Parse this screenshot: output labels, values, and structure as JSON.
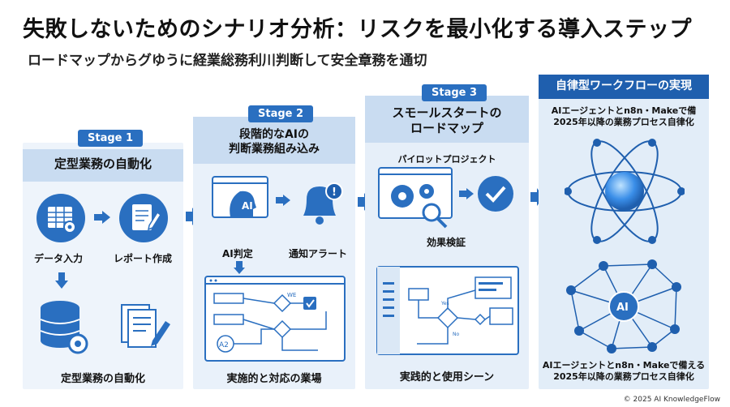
{
  "title": "失敗しないためのシナリオ分析：リスクを最小化する導入ステップ",
  "subtitle": "ロードマップからグゆうに経業総務利川判断して安全章務を通切",
  "stage1": {
    "pill": "Stage 1",
    "header": "定型業務の自動化",
    "label_data_entry": "データ入力",
    "label_report": "レポート作成",
    "footer": "定型業務の自動化"
  },
  "stage2": {
    "pill": "Stage 2",
    "header_line1": "段階的なAIの",
    "header_line2": "判断業務組み込み",
    "ai_text": "AI",
    "label_ai_judge": "AI判定",
    "label_alert": "通知アラート",
    "flow_we": "WE",
    "flow_a2": "A2",
    "footer": "実施的と対応の業場"
  },
  "stage3": {
    "pill": "Stage 3",
    "header_line1": "スモールスタートの",
    "header_line2": "ロードマップ",
    "label_pilot": "パイロットプロジェクト",
    "label_verify": "効果検証",
    "flow_yes": "Yes",
    "flow_no": "No",
    "footer": "実践的と使用シーン"
  },
  "stage4": {
    "header": "自律型ワークフローの実現",
    "desc_line1": "AIエージェントとn8n・Makeで備",
    "desc_line2": "2025年以降の業務プロセス自律化",
    "ai_text": "AI",
    "footer_line1": "AIエージェントとn8n・Makeで備える",
    "footer_line2": "2025年以降の業務プロセス自律化"
  },
  "copyright": "© 2025 AI KnowledgeFlow",
  "colors": {
    "primary": "#2a6fc0",
    "dark": "#1f5fae",
    "light": "#c9dcf1"
  }
}
